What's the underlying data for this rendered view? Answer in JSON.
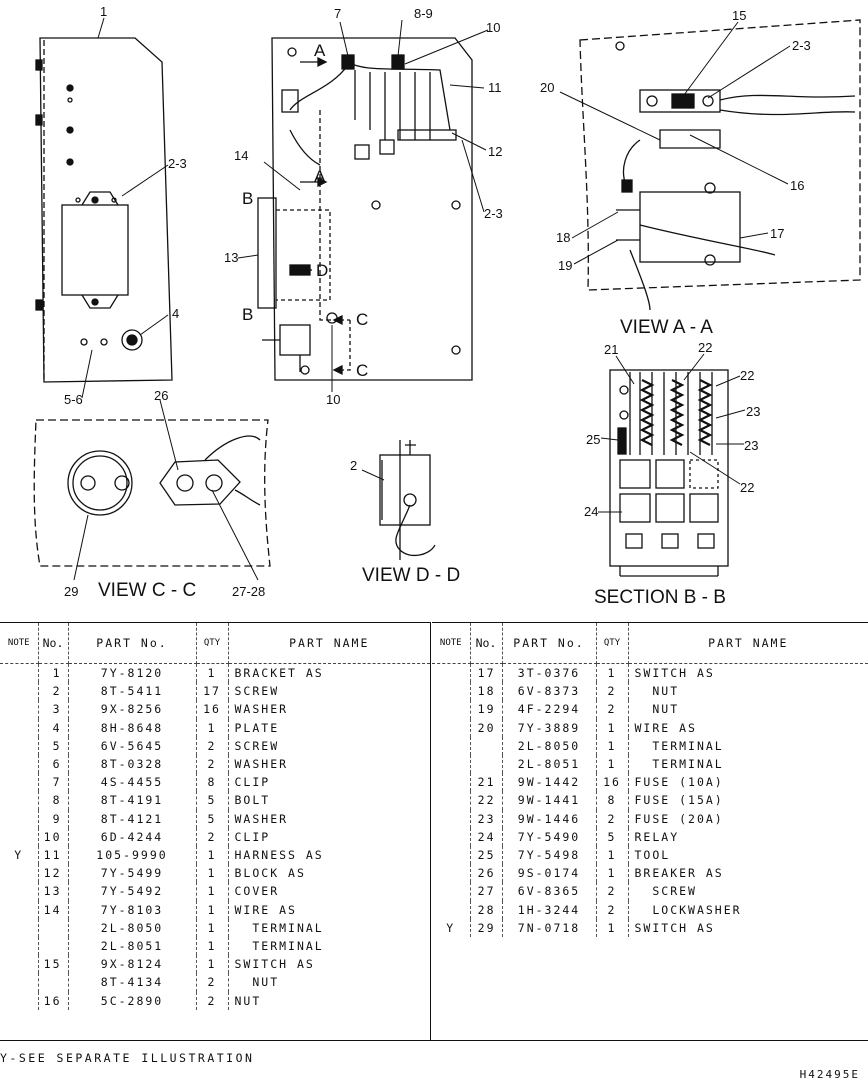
{
  "illustration": {
    "callouts": [
      "1",
      "2-3",
      "4",
      "5-6",
      "7",
      "8-9",
      "10",
      "11",
      "12",
      "2-3",
      "14",
      "13",
      "10",
      "15",
      "2-3",
      "20",
      "16",
      "17",
      "18",
      "19",
      "21",
      "22",
      "22",
      "23",
      "25",
      "23",
      "22",
      "24",
      "26",
      "27-28",
      "29",
      "2"
    ],
    "view_labels": [
      "VIEW C - C",
      "VIEW D - D",
      "VIEW A - A",
      "SECTION B - B"
    ],
    "section_arrows": [
      "A",
      "A",
      "B",
      "B",
      "C",
      "C",
      "D"
    ]
  },
  "table": {
    "headers": {
      "note": "NOTE",
      "no": "No.",
      "part_no": "PART No.",
      "qty": "QTY",
      "part_name": "PART NAME"
    },
    "left_rows": [
      {
        "note": "",
        "no": "1",
        "part_no": "7Y-8120",
        "qty": "1",
        "name": "BRACKET AS"
      },
      {
        "note": "",
        "no": "2",
        "part_no": "8T-5411",
        "qty": "17",
        "name": "SCREW"
      },
      {
        "note": "",
        "no": "3",
        "part_no": "9X-8256",
        "qty": "16",
        "name": "WASHER"
      },
      {
        "note": "",
        "no": "4",
        "part_no": "8H-8648",
        "qty": "1",
        "name": "PLATE"
      },
      {
        "note": "",
        "no": "5",
        "part_no": "6V-5645",
        "qty": "2",
        "name": "SCREW"
      },
      {
        "note": "",
        "no": "6",
        "part_no": "8T-0328",
        "qty": "2",
        "name": "WASHER"
      },
      {
        "note": "",
        "no": "7",
        "part_no": "4S-4455",
        "qty": "8",
        "name": "CLIP"
      },
      {
        "note": "",
        "no": "8",
        "part_no": "8T-4191",
        "qty": "5",
        "name": "BOLT"
      },
      {
        "note": "",
        "no": "9",
        "part_no": "8T-4121",
        "qty": "5",
        "name": "WASHER"
      },
      {
        "note": "",
        "no": "10",
        "part_no": "6D-4244",
        "qty": "2",
        "name": "CLIP"
      },
      {
        "note": "Y",
        "no": "11",
        "part_no": "105-9990",
        "qty": "1",
        "name": "HARNESS AS"
      },
      {
        "note": "",
        "no": "12",
        "part_no": "7Y-5499",
        "qty": "1",
        "name": "BLOCK AS"
      },
      {
        "note": "",
        "no": "13",
        "part_no": "7Y-5492",
        "qty": "1",
        "name": "COVER"
      },
      {
        "note": "",
        "no": "14",
        "part_no": "7Y-8103",
        "qty": "1",
        "name": "WIRE AS"
      },
      {
        "note": "",
        "no": "",
        "part_no": "2L-8050",
        "qty": "1",
        "name": "  TERMINAL"
      },
      {
        "note": "",
        "no": "",
        "part_no": "2L-8051",
        "qty": "1",
        "name": "  TERMINAL"
      },
      {
        "note": "",
        "no": "15",
        "part_no": "9X-8124",
        "qty": "1",
        "name": "SWITCH AS"
      },
      {
        "note": "",
        "no": "",
        "part_no": "8T-4134",
        "qty": "2",
        "name": "  NUT"
      },
      {
        "note": "",
        "no": "16",
        "part_no": "5C-2890",
        "qty": "2",
        "name": "NUT"
      }
    ],
    "right_rows": [
      {
        "note": "",
        "no": "17",
        "part_no": "3T-0376",
        "qty": "1",
        "name": "SWITCH AS"
      },
      {
        "note": "",
        "no": "18",
        "part_no": "6V-8373",
        "qty": "2",
        "name": "  NUT"
      },
      {
        "note": "",
        "no": "19",
        "part_no": "4F-2294",
        "qty": "2",
        "name": "  NUT"
      },
      {
        "note": "",
        "no": "20",
        "part_no": "7Y-3889",
        "qty": "1",
        "name": "WIRE AS"
      },
      {
        "note": "",
        "no": "",
        "part_no": "2L-8050",
        "qty": "1",
        "name": "  TERMINAL"
      },
      {
        "note": "",
        "no": "",
        "part_no": "2L-8051",
        "qty": "1",
        "name": "  TERMINAL"
      },
      {
        "note": "",
        "no": "21",
        "part_no": "9W-1442",
        "qty": "16",
        "name": "FUSE (10A)"
      },
      {
        "note": "",
        "no": "22",
        "part_no": "9W-1441",
        "qty": "8",
        "name": "FUSE (15A)"
      },
      {
        "note": "",
        "no": "23",
        "part_no": "9W-1446",
        "qty": "2",
        "name": "FUSE (20A)"
      },
      {
        "note": "",
        "no": "24",
        "part_no": "7Y-5490",
        "qty": "5",
        "name": "RELAY"
      },
      {
        "note": "",
        "no": "25",
        "part_no": "7Y-5498",
        "qty": "1",
        "name": "TOOL"
      },
      {
        "note": "",
        "no": "26",
        "part_no": "9S-0174",
        "qty": "1",
        "name": "BREAKER AS"
      },
      {
        "note": "",
        "no": "27",
        "part_no": "6V-8365",
        "qty": "2",
        "name": "  SCREW"
      },
      {
        "note": "",
        "no": "28",
        "part_no": "1H-3244",
        "qty": "2",
        "name": "  LOCKWASHER"
      },
      {
        "note": "Y",
        "no": "29",
        "part_no": "7N-0718",
        "qty": "1",
        "name": "SWITCH AS"
      }
    ]
  },
  "footer": {
    "note": "Y-SEE SEPARATE ILLUSTRATION",
    "drawing_no": "H42495E"
  }
}
